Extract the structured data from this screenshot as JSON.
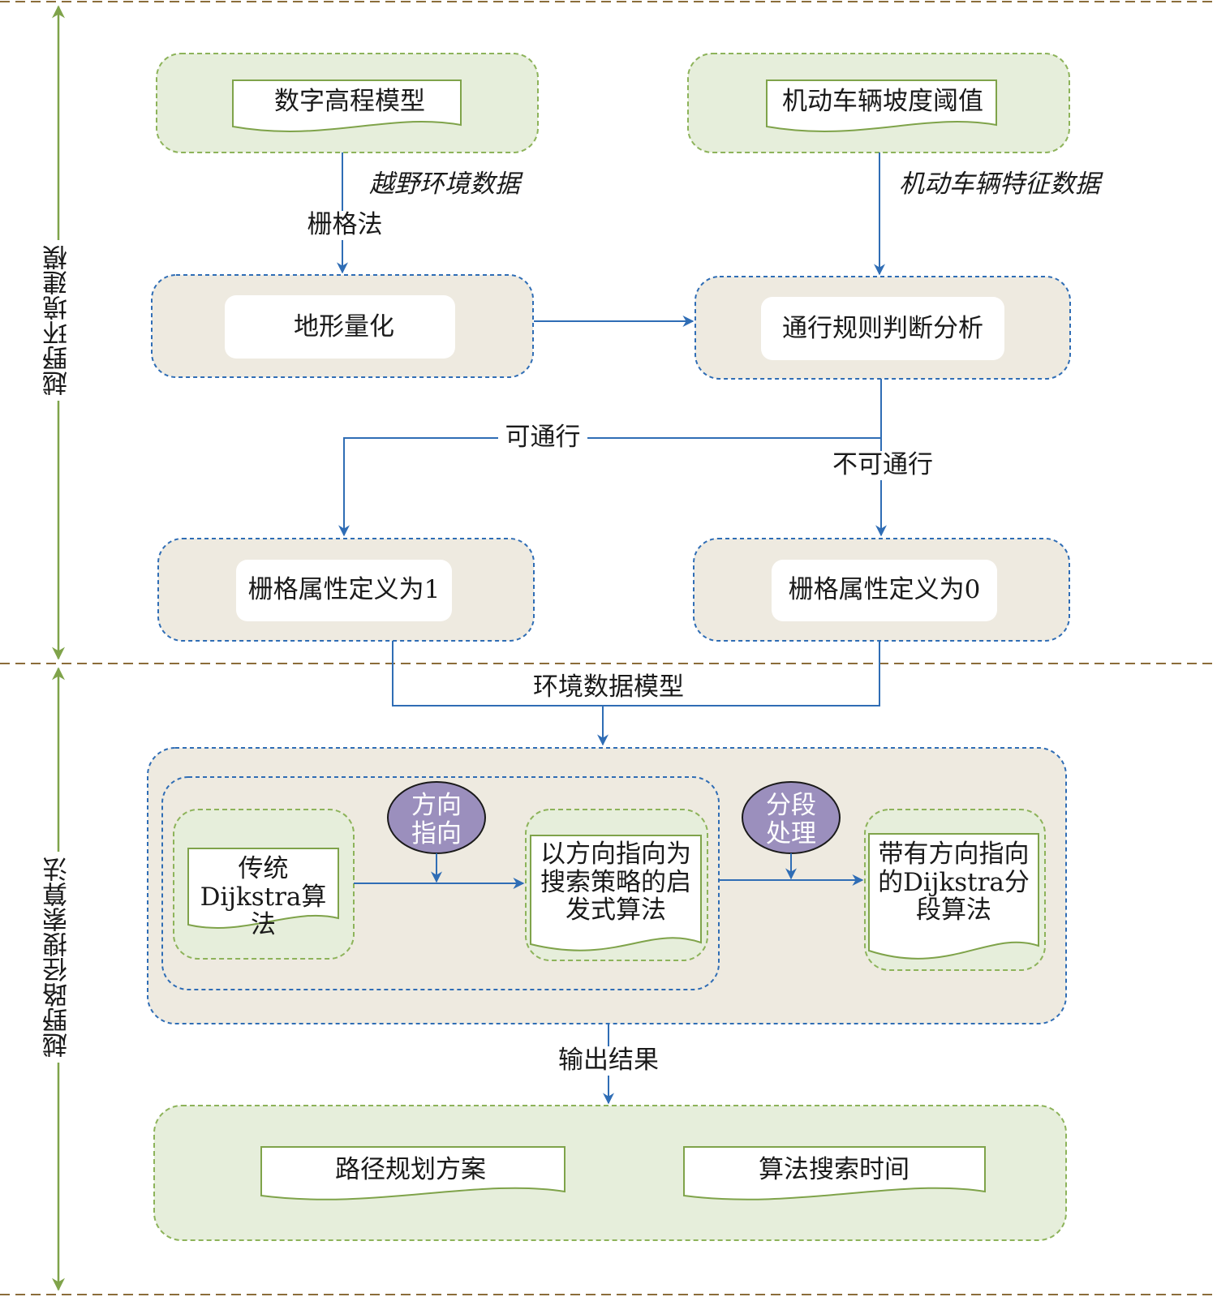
{
  "sections": {
    "top_label": "越野环境建模",
    "bottom_label": "越野路径搜索算法"
  },
  "nodes": {
    "dem": "数字高程模型",
    "slope_threshold": "机动车辆坡度阈值",
    "terrain_quant": "地形量化",
    "rule_analysis": "通行规则判断分析",
    "attr_1": "栅格属性定义为1",
    "attr_0": "栅格属性定义为0",
    "trad_dijkstra": "传统Dijkstra算法",
    "heuristic": "以方向指向为搜索策略的启发式算法",
    "seg_dijkstra": "带有方向指向的Dijkstra分段算法",
    "path_plan": "路径规划方案",
    "search_time": "算法搜索时间"
  },
  "badges": {
    "direction": "方向指向",
    "segment": "分段处理"
  },
  "edges": {
    "offroad_data": "越野环境数据",
    "raster_method": "栅格法",
    "vehicle_data": "机动车辆特征数据",
    "passable": "可通行",
    "impassable": "不可通行",
    "env_model": "环境数据模型",
    "output": "输出结果"
  },
  "colors": {
    "section_divider": "#8b6d3a",
    "section_arrow": "#7fa34a",
    "flow_line": "#2f6db5",
    "green_fill": "#e6eedb",
    "green_border": "#8db35a",
    "beige_fill": "#eeeae0",
    "blue_dash": "#2f6db5",
    "badge_fill": "#9b8fbd"
  }
}
